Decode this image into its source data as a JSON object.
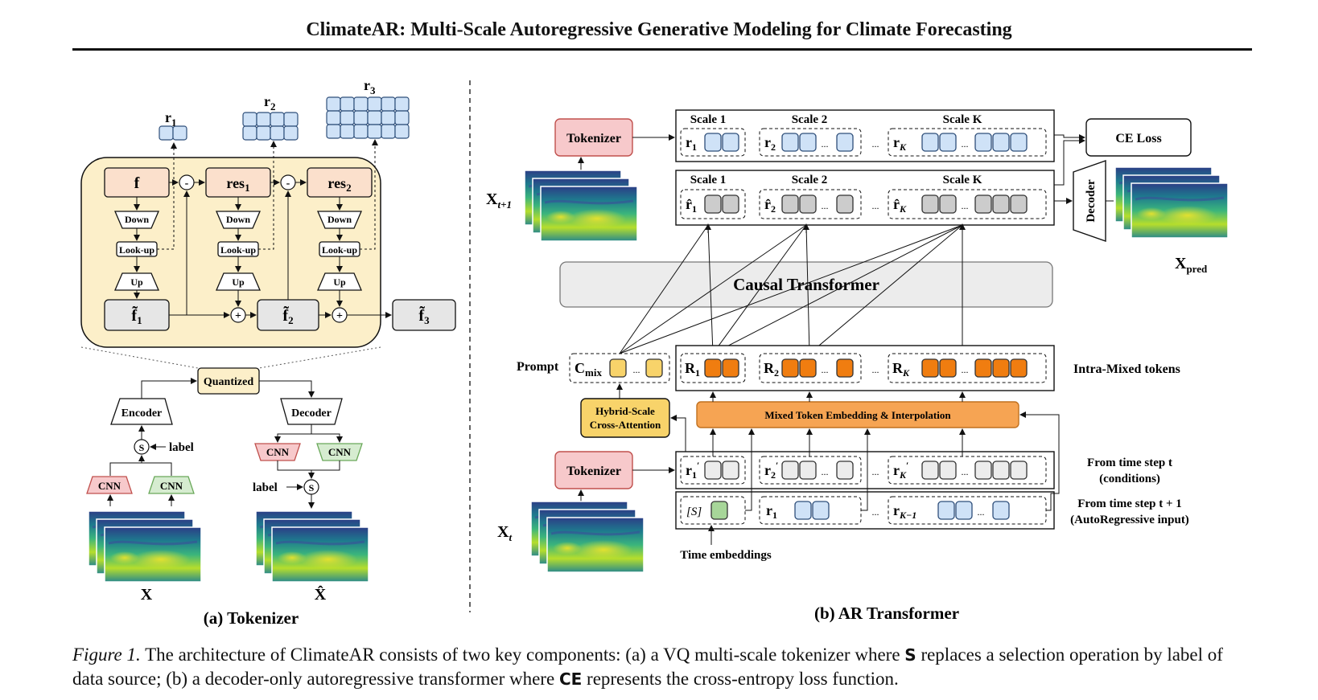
{
  "header": {
    "title": "ClimateAR: Multi-Scale Autoregressive Generative Modeling for Climate Forecasting"
  },
  "tokenizer": {
    "r1": "r",
    "r1_sub": "1",
    "r2": "r",
    "r2_sub": "2",
    "r3": "r",
    "r3_sub": "3",
    "f": "f",
    "res1": "res",
    "res1_sub": "1",
    "res2": "res",
    "res2_sub": "2",
    "down": "Down",
    "lookup": "Look-up",
    "up": "Up",
    "f1": "f̃",
    "f1_sub": "1",
    "f2": "f̃",
    "f2_sub": "2",
    "f3": "f̃",
    "f3_sub": "3",
    "minus": "-",
    "plus": "+",
    "quantized": "Quantized",
    "encoder": "Encoder",
    "decoder": "Decoder",
    "s": "S",
    "label": "label",
    "cnn": "CNN",
    "x": "X",
    "xhat": "X̂",
    "caption": "(a) Tokenizer"
  },
  "ar": {
    "tokenizer": "Tokenizer",
    "scale1": "Scale 1",
    "scale2": "Scale 2",
    "scaleK": "Scale K",
    "r": "r",
    "rhat": "r̂",
    "sub1": "1",
    "sub2": "2",
    "subK": "K",
    "subK1": "K−1",
    "ellipsis": "...",
    "ce_loss": "CE Loss",
    "decoder": "Decoder",
    "x_t1": "X",
    "x_t1_sub": "t+1",
    "x_pred": "X",
    "x_pred_sub": "pred",
    "x_t": "X",
    "x_t_sub": "t",
    "causal_transformer": "Causal Transformer",
    "prompt": "Prompt",
    "c_mix": "C",
    "c_mix_sub": "mix",
    "R": "R",
    "intra_mixed": "Intra-Mixed tokens",
    "hybrid1": "Hybrid-Scale",
    "hybrid2": "Cross-Attention",
    "mixed_embed": "Mixed Token Embedding & Interpolation",
    "from_t_1": "From time step t",
    "from_t_2": "(conditions)",
    "from_t1_1": "From time step t + 1",
    "from_t1_2": "(AutoRegressive input)",
    "start": "[S]",
    "time_embeddings": "Time embeddings",
    "caption": "(b) AR Transformer"
  },
  "caption": {
    "label": "Figure 1.",
    "part1": " The architecture of ClimateAR consists of two key components: (a) a VQ multi-scale tokenizer where ",
    "s": "S",
    "part2": " replaces a selection operation by label of data source; (b) a decoder-only autoregressive transformer where ",
    "ce": "CE",
    "part3": " represents the cross-entropy loss function."
  },
  "colors": {
    "blue_token": "#cfe2f7",
    "gray_token": "#cccccc",
    "orange_token": "#f07d10",
    "yellow_token": "#f8d36a",
    "green_token": "#a7d699",
    "panel_bg": "#fcefc9",
    "pink_box": "#f7c9cb",
    "peach_box": "#fbe0cc",
    "mixed_embed": "#f6a453"
  }
}
